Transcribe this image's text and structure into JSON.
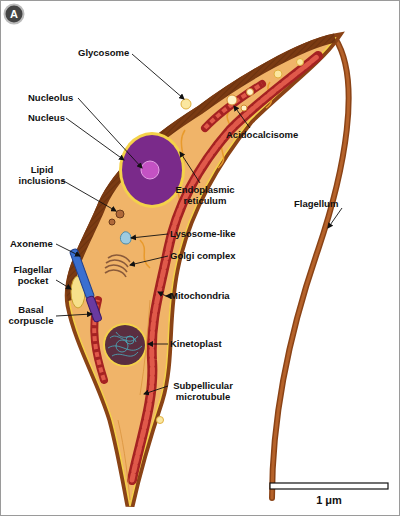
{
  "diagram": {
    "nodes": [
      {
        "text": [
          "A"
        ]
      }
    ],
    "labels": [
      "Glycosome",
      "Nucleolus",
      "Nucleus",
      "Acidocalcisome",
      "Lipid inclusions",
      "Endoplasmic reticulum",
      "Lysosome-like",
      "Axoneme",
      "Flagellum",
      "Golgi complex",
      "Flagellar pocket",
      "Mitochondria",
      "Basal corpuscle",
      "Kinetoplast",
      "Subpellicular microtubule",
      "1 μm"
    ]
  }
}
